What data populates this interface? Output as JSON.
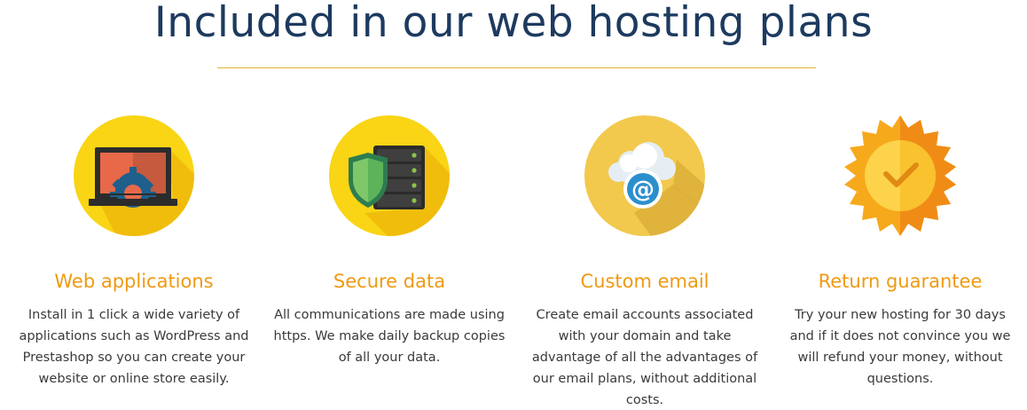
{
  "page": {
    "title": "Included in our web hosting plans"
  },
  "colors": {
    "title": "#1d3a5f",
    "divider": "#e0b33a",
    "feature_title": "#ef9a12",
    "body_text": "#3a3a3a",
    "circle_yellow": "#f9d515",
    "circle_muted": "#f2c94c",
    "badge_orange": "#f7a91c"
  },
  "features": [
    {
      "icon": "laptop-gear-icon",
      "title": "Web applications",
      "description": "Install in 1 click a wide variety of applications such as WordPress and Prestashop so you can create your website or online store easily."
    },
    {
      "icon": "shield-server-icon",
      "title": "Secure data",
      "description": "All communications are made using https. We make daily backup copies of all your data."
    },
    {
      "icon": "cloud-email-icon",
      "title": "Custom email",
      "description": "Create email accounts associated with your domain and take advantage of all the advantages of our email plans, without additional costs."
    },
    {
      "icon": "guarantee-badge-icon",
      "title": "Return guarantee",
      "description": "Try your new hosting for 30 days and if it does not convince you we will refund your money, without questions."
    }
  ]
}
